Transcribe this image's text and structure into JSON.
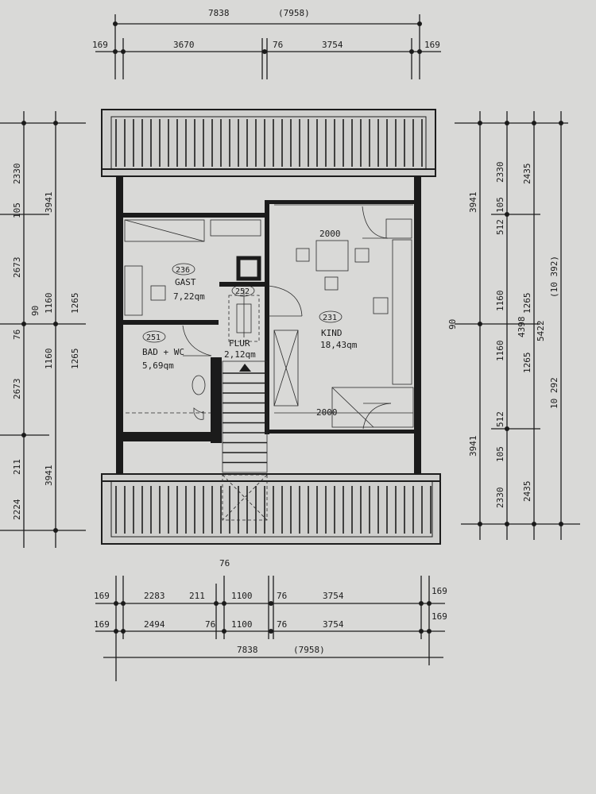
{
  "dimensions": {
    "top_total": "7838",
    "top_total_alt": "(7958)",
    "top_left_outer": "169",
    "top_left_segment": "3670",
    "top_mid": "76",
    "top_right_segment": "3754",
    "top_right_outer": "169",
    "left": {
      "a1": "2330",
      "a2": "105",
      "a3": "2673",
      "a4": "90",
      "a5": "76",
      "a6": "2673",
      "a7": "211",
      "a8": "2224",
      "b1": "3941",
      "b2": "1160",
      "b3": "1160",
      "b4": "3941",
      "c1": "1265",
      "c2": "1265"
    },
    "right": {
      "a1": "3941",
      "a2": "90",
      "a3": "3941",
      "b1": "2330",
      "b2": "105",
      "b3": "512",
      "b4": "1160",
      "b5": "1160",
      "b6": "512",
      "b7": "105",
      "b8": "2330",
      "c1": "2435",
      "c2": "1265",
      "c3": "4398",
      "c4": "1265",
      "c5": "2435",
      "d1": "5422",
      "e1": "(10 392)",
      "e2": "10 292"
    },
    "bottom": {
      "mid_top": "76",
      "r1_left_outer": "169",
      "r1_a": "2283",
      "r1_b": "211",
      "r1_c": "1100",
      "r1_d": "76",
      "r1_e": "3754",
      "r1_right_outer": "169",
      "r2_left_outer": "169",
      "r2_a": "2494",
      "r2_b": "76",
      "r2_c": "1100",
      "r2_d": "76",
      "r2_e": "3754",
      "r2_right_outer": "169",
      "total": "7838",
      "total_alt": "(7958)"
    }
  },
  "rooms": {
    "gast": {
      "number": "236",
      "name": "GAST",
      "area": "7,22qm"
    },
    "flur": {
      "number": "252",
      "name": "FLUR",
      "area": "2,12qm"
    },
    "kind": {
      "number": "231",
      "name": "KIND",
      "area": "18,43qm"
    },
    "bad": {
      "number": "251",
      "name": "BAD + WC",
      "area": "5,69qm"
    }
  },
  "bed_label_top": "2000",
  "bed_label_bottom": "2000"
}
